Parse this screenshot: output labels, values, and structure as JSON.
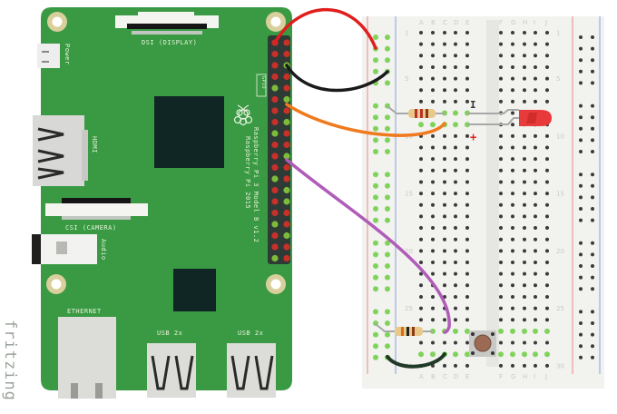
{
  "watermark": "fritzing",
  "pi": {
    "model_line1": "Raspberry Pi 3 Model B v1.2",
    "model_line2": "Raspberry Pi 2015",
    "labels": {
      "power": "Power",
      "hdmi": "HDMI",
      "dsi": "DSI (DISPLAY)",
      "csi": "CSI (CAMERA)",
      "audio": "Audio",
      "ethernet": "ETHERNET",
      "usb1": "USB 2x",
      "usb2": "USB 2x",
      "gpio": "GPIO"
    },
    "colors": {
      "board": "#3a9a44",
      "header": "#2e3a36",
      "pin_red": "#c8302a",
      "pin_green": "#7dbb3a",
      "chip": "#0f2624",
      "mount_hole": "#d9cf9c"
    }
  },
  "breadboard": {
    "columns_left": [
      "A",
      "B",
      "C",
      "D",
      "E"
    ],
    "columns_right": [
      "F",
      "G",
      "H",
      "I",
      "J"
    ],
    "row_labels": [
      "1",
      "5",
      "10",
      "15",
      "20",
      "25",
      "30"
    ],
    "rows": 30,
    "colors": {
      "body": "#f2f2ef",
      "hole": "#3a3a3a",
      "hole_active": "#7fd35a",
      "rail_red": "#e88a8a",
      "rail_blue": "#8a9ee0"
    }
  },
  "components": {
    "led": {
      "color": "#e83a3a",
      "minus_label": "I",
      "plus_label": "+"
    },
    "resistor_1": {
      "bands": [
        "#b7322a",
        "#b7322a",
        "#8a3a1a"
      ]
    },
    "resistor_2": {
      "bands": [
        "#e06a1a",
        "#222222",
        "#8a3a1a"
      ]
    },
    "button": {
      "cap_color": "#9c6a52"
    }
  },
  "wires": [
    {
      "name": "red-wire",
      "color": "#e01e1e"
    },
    {
      "name": "black-wire",
      "color": "#1a1a1a"
    },
    {
      "name": "orange-wire",
      "color": "#f07a1e"
    },
    {
      "name": "purple-wire",
      "color": "#b05cb8"
    },
    {
      "name": "ground-jumper-wire",
      "color": "#1f3a26"
    }
  ]
}
